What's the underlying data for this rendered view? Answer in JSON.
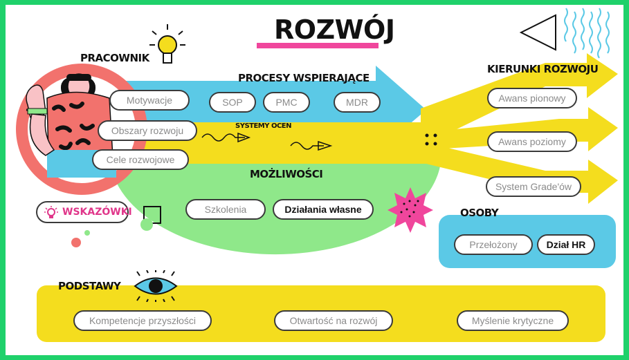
{
  "title": "ROZWÓJ",
  "sections": {
    "pracownik": "PRACOWNIK",
    "procesy": "PROCESY WSPIERAJĄCE",
    "systemy": "SYSTEMY OCEN",
    "mozliwosci": "MOŻLIWOŚCI",
    "kierunki": "KIERUNKI ROZWOJU",
    "osoby": "OSOBY",
    "podstawy": "PODSTAWY"
  },
  "pracownik_items": [
    "Motywacje",
    "Obszary rozwoju",
    "Cele rozwojowe"
  ],
  "procesy_items": [
    "SOP",
    "PMC",
    "MDR"
  ],
  "mozliwosci_items": [
    "Szkolenia",
    "Działania własne"
  ],
  "kierunki_items": [
    "Awans pionowy",
    "Awans poziomy",
    "System Grade'ów"
  ],
  "osoby_items": [
    "Przełożony",
    "Dział HR"
  ],
  "podstawy_items": [
    "Kompetencje przyszłości",
    "Otwartość na rozwój",
    "Myślenie krytyczne"
  ],
  "wskazowki_label": "WSKAZÓWKI",
  "colors": {
    "frame": "#1fd16b",
    "blue": "#5bc9e6",
    "yellow": "#f4dd1e",
    "green": "#8fe88a",
    "coral": "#f2726d",
    "pink": "#f0469c",
    "magenta": "#e0368a"
  },
  "icons": [
    "lightbulb-icon",
    "eye-icon",
    "megaphone-icon",
    "starburst-icon",
    "waves-icon",
    "squiggle-arrow-icon",
    "dots-icon",
    "hand-ok-icon"
  ]
}
